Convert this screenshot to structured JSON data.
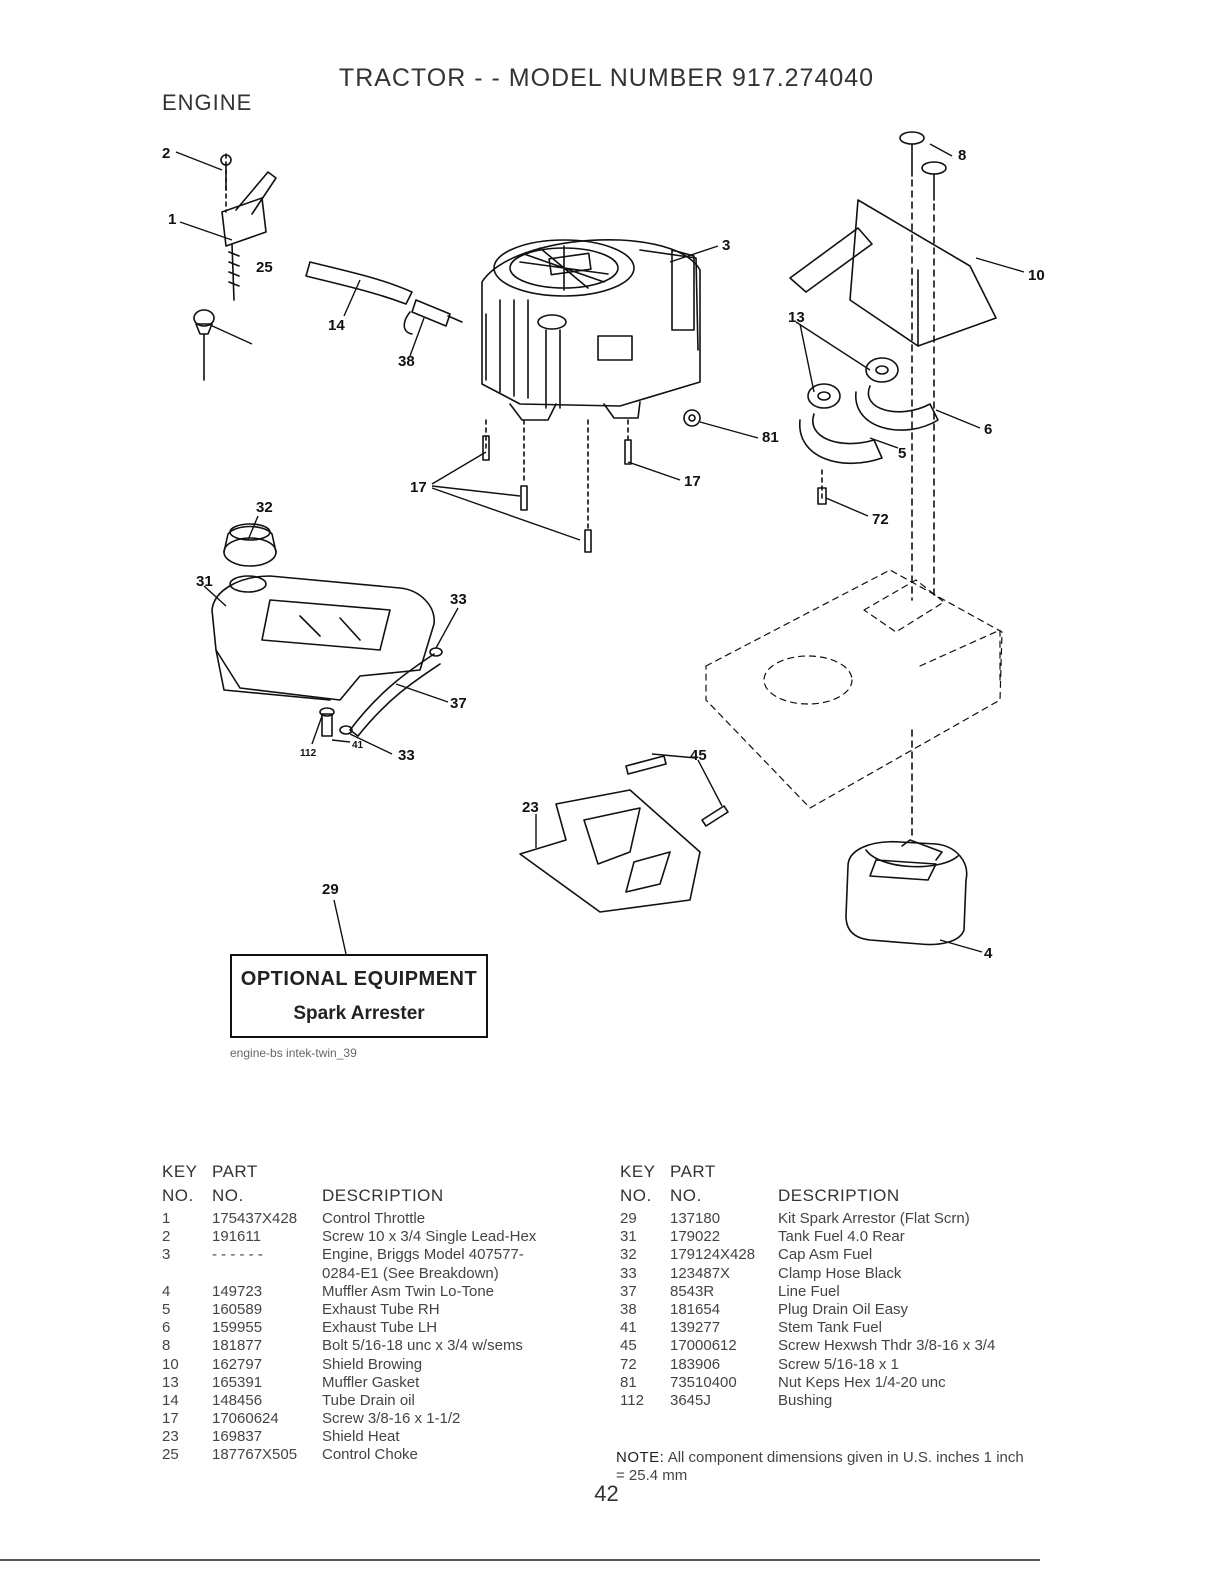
{
  "header": {
    "title": "TRACTOR - - MODEL NUMBER 917.274040",
    "section": "ENGINE"
  },
  "callouts": [
    {
      "label": "2"
    },
    {
      "label": "1"
    },
    {
      "label": "25"
    },
    {
      "label": "14"
    },
    {
      "label": "38"
    },
    {
      "label": "3"
    },
    {
      "label": "81"
    },
    {
      "label": "17"
    },
    {
      "label": "17"
    },
    {
      "label": "8"
    },
    {
      "label": "10"
    },
    {
      "label": "13"
    },
    {
      "label": "6"
    },
    {
      "label": "5"
    },
    {
      "label": "72"
    },
    {
      "label": "32"
    },
    {
      "label": "31"
    },
    {
      "label": "33"
    },
    {
      "label": "37"
    },
    {
      "label": "112"
    },
    {
      "label": "41"
    },
    {
      "label": "33"
    },
    {
      "label": "45"
    },
    {
      "label": "23"
    },
    {
      "label": "29"
    },
    {
      "label": "4"
    }
  ],
  "optional_equipment": {
    "heading": "OPTIONAL EQUIPMENT",
    "item": "Spark Arrester"
  },
  "image_reference": "engine-bs intek-twin_39",
  "parts_table": {
    "headers": {
      "key_top": "KEY",
      "part_top": "PART",
      "key_bottom": "NO.",
      "part_bottom": "NO.",
      "description": "DESCRIPTION"
    },
    "left": [
      {
        "key": "1",
        "part": "175437X428",
        "desc": "Control Throttle"
      },
      {
        "key": "2",
        "part": "191611",
        "desc": "Screw 10 x 3/4 Single Lead-Hex"
      },
      {
        "key": "3",
        "part": "- - - - - -",
        "desc": "Engine, Briggs Model 407577-"
      },
      {
        "key": "",
        "part": "",
        "desc": "0284-E1 (See Breakdown)"
      },
      {
        "key": "4",
        "part": "149723",
        "desc": "Muffler Asm Twin Lo-Tone"
      },
      {
        "key": "5",
        "part": "160589",
        "desc": "Exhaust Tube RH"
      },
      {
        "key": "6",
        "part": "159955",
        "desc": "Exhaust Tube LH"
      },
      {
        "key": "8",
        "part": "181877",
        "desc": "Bolt 5/16-18 unc x 3/4 w/sems"
      },
      {
        "key": "10",
        "part": "162797",
        "desc": "Shield Browing"
      },
      {
        "key": "13",
        "part": "165391",
        "desc": "Muffler Gasket"
      },
      {
        "key": "14",
        "part": "148456",
        "desc": "Tube Drain oil"
      },
      {
        "key": "17",
        "part": "17060624",
        "desc": "Screw 3/8-16 x 1-1/2"
      },
      {
        "key": "23",
        "part": "169837",
        "desc": "Shield Heat"
      },
      {
        "key": "25",
        "part": "187767X505",
        "desc": "Control Choke"
      }
    ],
    "right": [
      {
        "key": "29",
        "part": "137180",
        "desc": "Kit Spark Arrestor (Flat Scrn)"
      },
      {
        "key": "31",
        "part": "179022",
        "desc": "Tank Fuel 4.0 Rear"
      },
      {
        "key": "32",
        "part": "179124X428",
        "desc": "Cap Asm Fuel"
      },
      {
        "key": "33",
        "part": "123487X",
        "desc": "Clamp Hose Black"
      },
      {
        "key": "37",
        "part": "8543R",
        "desc": "Line Fuel"
      },
      {
        "key": "38",
        "part": "181654",
        "desc": "Plug Drain Oil Easy"
      },
      {
        "key": "41",
        "part": "139277",
        "desc": "Stem Tank Fuel"
      },
      {
        "key": "45",
        "part": "17000612",
        "desc": "Screw Hexwsh Thdr 3/8-16 x 3/4"
      },
      {
        "key": "72",
        "part": "183906",
        "desc": "Screw 5/16-18 x 1"
      },
      {
        "key": "81",
        "part": "73510400",
        "desc": "Nut Keps Hex 1/4-20 unc"
      },
      {
        "key": "112",
        "part": "3645J",
        "desc": "Bushing"
      }
    ]
  },
  "note": {
    "label": "NOTE:",
    "text": "All component dimensions given in U.S. inches 1 inch = 25.4 mm"
  },
  "page_number": "42"
}
